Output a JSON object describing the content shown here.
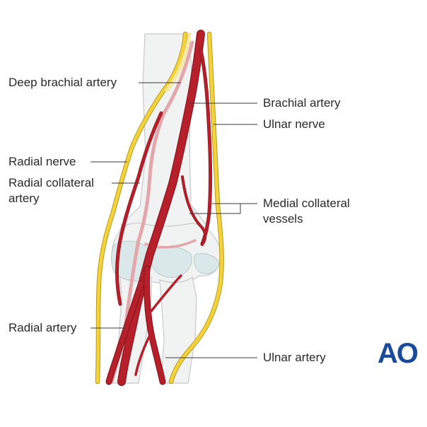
{
  "labels": {
    "deep_brachial_artery": "Deep brachial artery",
    "radial_nerve": "Radial nerve",
    "radial_collateral_artery": "Radial collateral artery",
    "radial_artery": "Radial artery",
    "brachial_artery": "Brachial artery",
    "ulnar_nerve": "Ulnar nerve",
    "medial_collateral_vessels": "Medial collateral vessels",
    "ulnar_artery": "Ulnar artery"
  },
  "logo": {
    "text": "AO"
  },
  "colors": {
    "artery": "#b5202a",
    "artery_dark": "#8e1820",
    "deep_artery": "#e3a7ab",
    "nerve": "#f4d23c",
    "nerve_outline": "#b89a1a",
    "bone": "#f1f2f2",
    "bone_outline": "#c7c9cb",
    "cartilage": "#dbe8ea",
    "leader": "#3a3a3a",
    "logo": "#1a4a9c"
  }
}
